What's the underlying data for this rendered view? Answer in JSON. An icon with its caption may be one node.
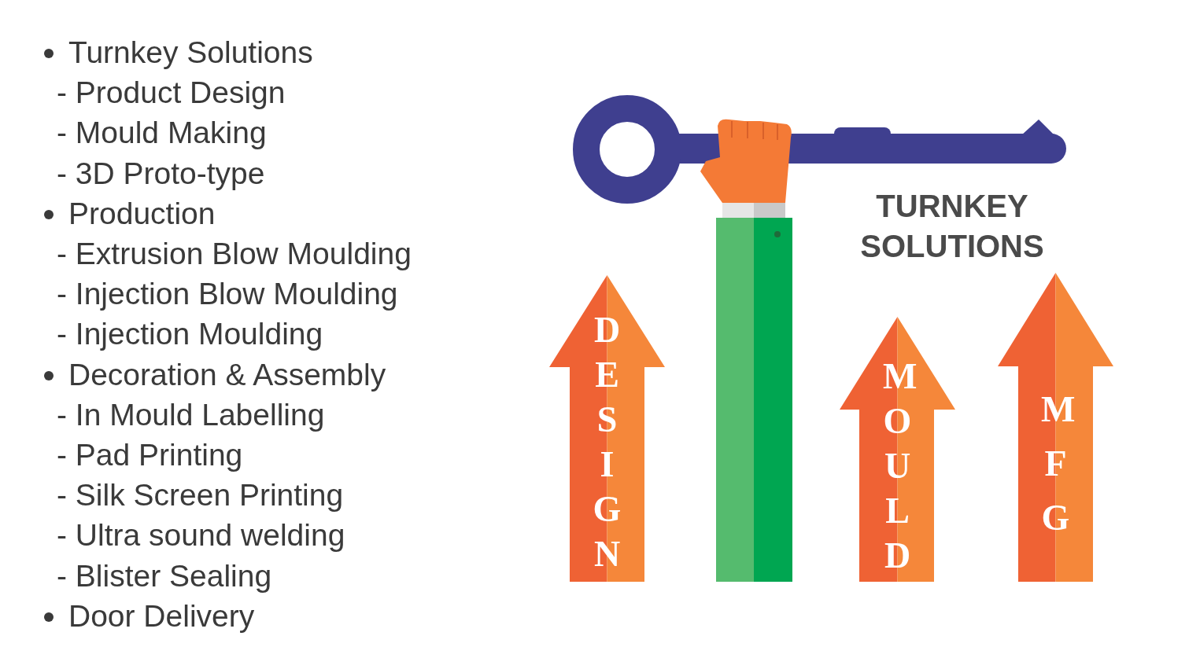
{
  "diagram": {
    "nodes": [
      {
        "text": [
          "DESIGN"
        ]
      },
      {
        "text": [
          "MOULD"
        ]
      },
      {
        "text": [
          "MFG"
        ]
      }
    ],
    "labels": [
      "Turnkey Solutions",
      "- Product Design",
      "- Mould Making",
      "- 3D Proto-type",
      "Production",
      "- Extrusion Blow Moulding",
      "- Injection Blow Moulding",
      "- Injection Moulding",
      "Decoration & Assembly",
      "- In Mould Labelling",
      "- Pad Printing",
      "- Silk Screen Printing",
      "- Ultra sound welding",
      "- Blister Sealing",
      "Door Delivery",
      "TURNKEY SOLUTIONS"
    ]
  }
}
